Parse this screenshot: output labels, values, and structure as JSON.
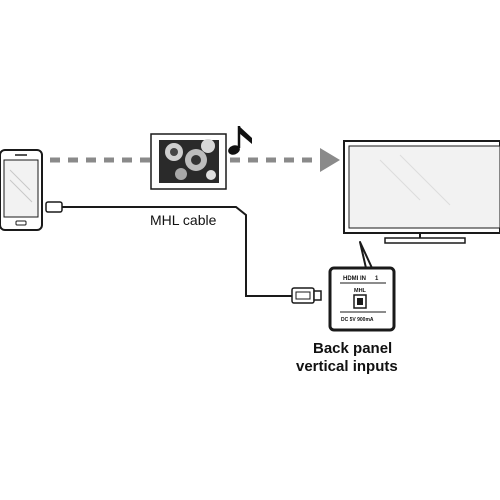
{
  "cable_label": "MHL cable",
  "panel_caption": {
    "line1": "Back panel",
    "line2": "vertical inputs"
  },
  "port_panel": {
    "header": "HDMI IN",
    "port_label": "MHL",
    "port_number": "1",
    "power_spec": "DC 5V 900mA"
  },
  "icons": [
    "smartphone-icon",
    "photo-icon",
    "music-note-icon",
    "tv-icon",
    "hdmi-plug-icon",
    "micro-usb-plug-icon"
  ],
  "colors": {
    "stroke": "#1a1a1a",
    "dashed_arrow": "#8a8a8a",
    "screen_fill": "#f2f2f2"
  }
}
